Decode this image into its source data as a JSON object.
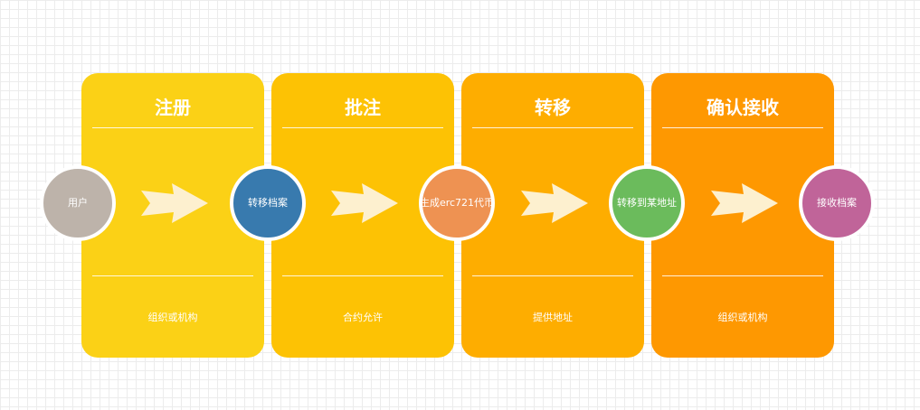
{
  "stages": [
    {
      "title": "注册",
      "footer": "组织或机构",
      "color": "#fbd116"
    },
    {
      "title": "批注",
      "footer": "合约允许",
      "color": "#fdc204"
    },
    {
      "title": "转移",
      "footer": "提供地址",
      "color": "#fead00"
    },
    {
      "title": "确认接收",
      "footer": "组织或机构",
      "color": "#fe9801"
    }
  ],
  "nodes": [
    {
      "label": "用户",
      "color": "#bdb3aa"
    },
    {
      "label": "转移档案",
      "color": "#387aae"
    },
    {
      "label": "生成erc721代币",
      "color": "#ee9252"
    },
    {
      "label": "转移到某地址",
      "color": "#6bbb5c"
    },
    {
      "label": "接收档案",
      "color": "#c06499"
    }
  ],
  "arrow_color": "#fdf0cf"
}
